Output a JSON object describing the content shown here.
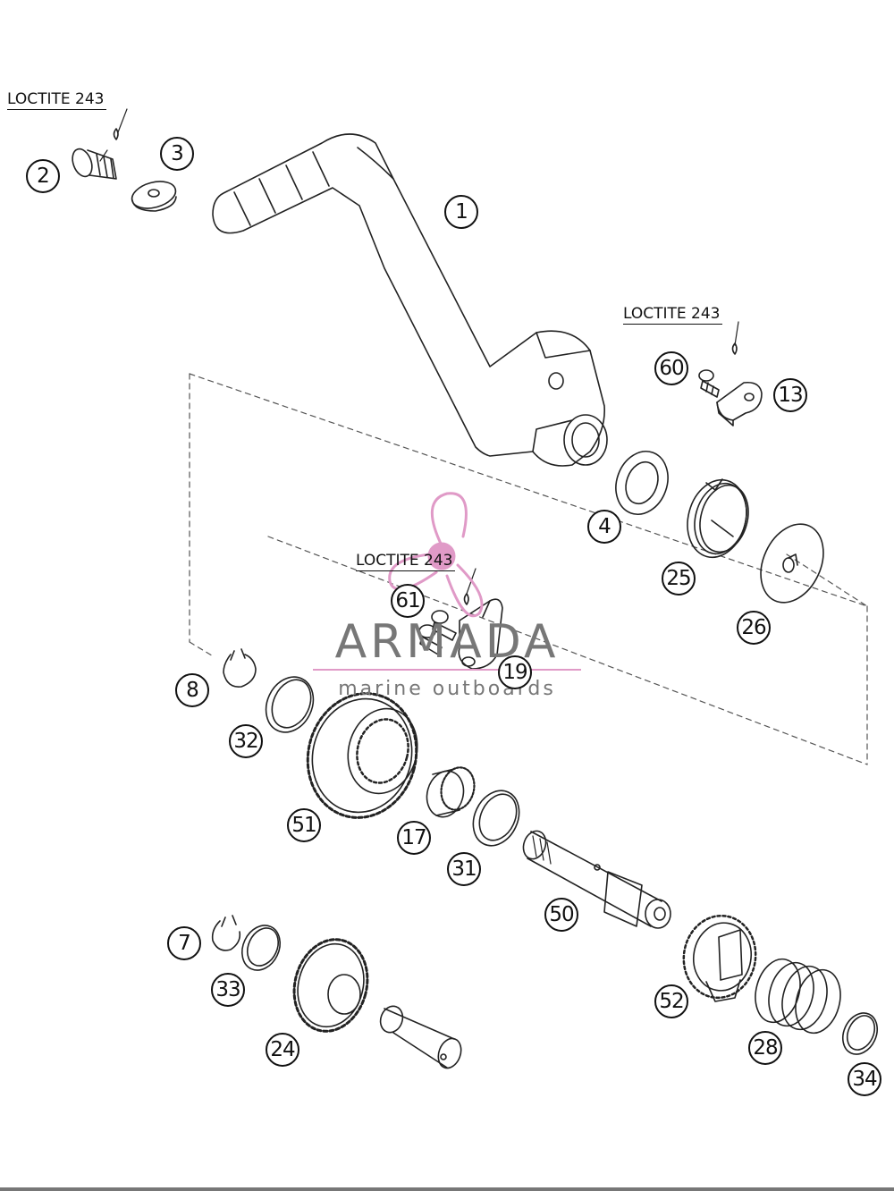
{
  "diagram": {
    "loctite_labels": [
      "LOCTITE 243",
      "LOCTITE 243",
      "LOCTITE 243"
    ],
    "callouts": [
      "1",
      "2",
      "3",
      "4",
      "7",
      "8",
      "13",
      "17",
      "19",
      "24",
      "25",
      "26",
      "28",
      "31",
      "32",
      "33",
      "34",
      "50",
      "51",
      "52",
      "60",
      "61"
    ],
    "watermark": {
      "title": "ARMADA",
      "subtitle": "marine outboards",
      "accent_color": "#e09ac7"
    }
  }
}
